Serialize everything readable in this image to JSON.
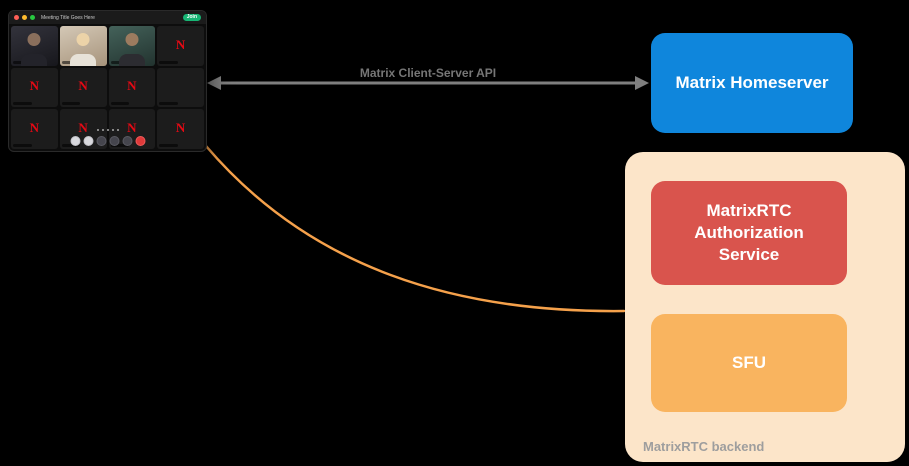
{
  "canvas": {
    "background": "#000000"
  },
  "call_window": {
    "title": "Meeting Title Goes Here",
    "join_label": "Join",
    "n_glyph": "N"
  },
  "api_arrow": {
    "label": "Matrix Client-Server API",
    "color": "#7f7f7f",
    "label_color": "#767676"
  },
  "homeserver": {
    "label": "Matrix Homeserver",
    "color": "#0f86dc",
    "text_color": "#ffffff"
  },
  "backend": {
    "label": "MatrixRTC backend",
    "label_color": "#9e9e9e",
    "color": "#fce5c9",
    "auth_service": {
      "label": "MatrixRTC Authorization Service",
      "color": "#d9544d",
      "text_color": "#ffffff"
    },
    "sfu": {
      "label": "SFU",
      "color": "#f9b45f",
      "text_color": "#ffffff"
    }
  },
  "connector": {
    "color": "#f5a14b"
  }
}
